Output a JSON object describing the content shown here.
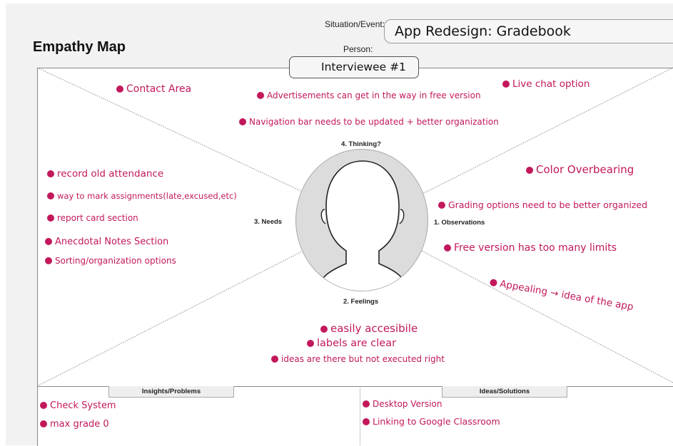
{
  "header": {
    "title": "Empathy Map",
    "situation_label": "Situation/Event:",
    "situation_value": "App Redesign: Gradebook",
    "person_label": "Person:",
    "person_value": "Interviewee #1"
  },
  "quadrants": {
    "thinking": "4. Thinking?",
    "needs": "3. Needs",
    "observations": "1. Observations",
    "feelings": "2. Feelings"
  },
  "notes": {
    "thinking": [
      "Contact Area",
      "Advertisements can get in the way in free version",
      "Navigation bar needs to be updated + better organization",
      "Live chat option"
    ],
    "needs": [
      "record old attendance",
      "way to mark assignments(late,excused,etc)",
      "report card section",
      "Anecdotal Notes Section",
      "Sorting/organization options"
    ],
    "observations": [
      "Color Overbearing",
      "Grading options need to be better organized",
      "Free version has too many limits",
      "Appealing → idea of the app"
    ],
    "feelings": [
      "easily accesibile",
      "labels are clear",
      "ideas are there but not executed right"
    ]
  },
  "bottom": {
    "insights_label": "Insights/Problems",
    "ideas_label": "Ideas/Solutions",
    "insights": [
      "Check System",
      "max grade 0"
    ],
    "ideas": [
      "Desktop Version",
      "Linking to Google Classroom"
    ]
  },
  "colors": {
    "ink": "#c2185b",
    "paper": "#f2f2f2"
  }
}
